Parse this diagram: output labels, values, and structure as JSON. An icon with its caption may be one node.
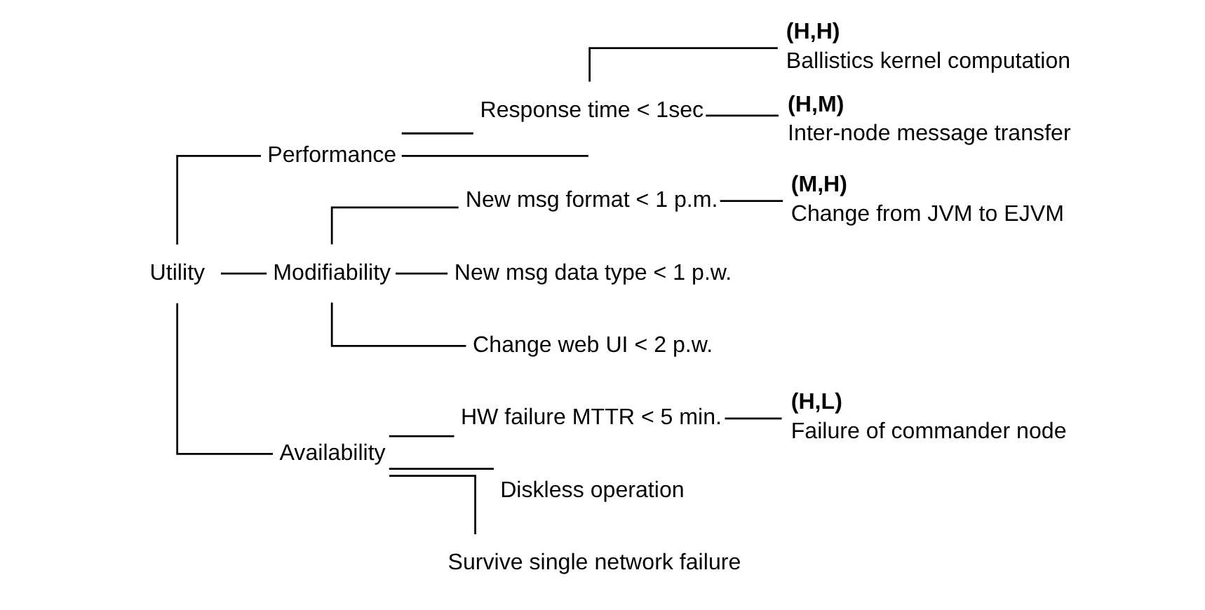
{
  "diagram": {
    "nodes": [
      {
        "text": [
          "Utility"
        ]
      },
      {
        "text": [
          "Performance"
        ]
      },
      {
        "text": [
          "Modifiability"
        ]
      },
      {
        "text": [
          "Availability"
        ]
      },
      {
        "text": [
          "Response time < 1sec"
        ]
      },
      {
        "text": [
          "New msg format < 1 p.m."
        ]
      },
      {
        "text": [
          "New msg data type < 1 p.w."
        ]
      },
      {
        "text": [
          "Change web UI < 2 p.w."
        ]
      },
      {
        "text": [
          "HW failure MTTR < 5 min."
        ]
      },
      {
        "text": [
          "Diskless operation"
        ]
      },
      {
        "text": [
          "Survive single network failure"
        ]
      },
      {
        "text": [
          "(H,H)",
          "Ballistics kernel computation"
        ]
      },
      {
        "text": [
          "(H,M)",
          "Inter-node message transfer"
        ]
      },
      {
        "text": [
          "(M,H)",
          "Change from JVM to EJVM"
        ]
      },
      {
        "text": [
          "(H,L)",
          "Failure of commander node"
        ]
      }
    ],
    "edges": [
      {
        "from": 0,
        "to": 1,
        "arrow": "none"
      },
      {
        "from": 0,
        "to": 2,
        "arrow": "none"
      },
      {
        "from": 0,
        "to": 3,
        "arrow": "none"
      },
      {
        "from": 1,
        "to": 4,
        "arrow": "none"
      },
      {
        "from": 1,
        "to": null,
        "arrow": "none"
      },
      {
        "from": 2,
        "to": 5,
        "arrow": "none"
      },
      {
        "from": 2,
        "to": 6,
        "arrow": "none"
      },
      {
        "from": 2,
        "to": 7,
        "arrow": "none"
      },
      {
        "from": 3,
        "to": 8,
        "arrow": "none"
      },
      {
        "from": 3,
        "to": 9,
        "arrow": "none"
      },
      {
        "from": 3,
        "to": 10,
        "arrow": "none"
      },
      {
        "from": 4,
        "to": 11,
        "arrow": "none"
      },
      {
        "from": 4,
        "to": 12,
        "arrow": "none"
      },
      {
        "from": 5,
        "to": 13,
        "arrow": "none"
      },
      {
        "from": 8,
        "to": 14,
        "arrow": "none"
      }
    ]
  }
}
